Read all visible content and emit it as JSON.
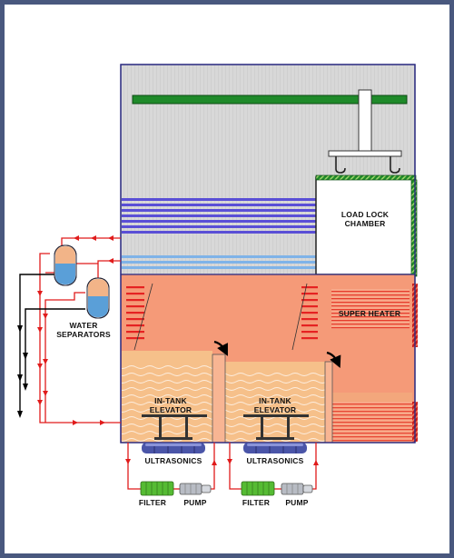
{
  "labels": {
    "load_lock_chamber": "LOAD LOCK\nCHAMBER",
    "super_heater": "SUPER HEATER",
    "water_separators": "WATER\nSEPARATORS",
    "in_tank_elevator_1": "IN-TANK\nELEVATOR",
    "in_tank_elevator_2": "IN-TANK\nELEVATOR",
    "ultrasonics_1": "ULTRASONICS",
    "ultrasonics_2": "ULTRASONICS",
    "filter_1": "FILTER",
    "pump_1": "PUMP",
    "filter_2": "FILTER",
    "pump_2": "PUMP"
  },
  "colors": {
    "background_frame": "#49587e",
    "vapor_zone": "#d9d9d9",
    "solvent_zone": "#f59a78",
    "tank_liquid": "#f6c08a",
    "load_lock": "#ffffff",
    "green_bar": "#1f8a2a",
    "cooling_coil_blue": "#5a4fd6",
    "cooling_coil_light": "#7fb3e8",
    "heater_coil_red": "#e52222",
    "ultrasonic_transducer": "#4a55a8",
    "filter_green": "#55bb33",
    "pump_gray": "#b8bcc4",
    "flow_line_red": "#e01b1b",
    "separator_body": "#f4f4f4",
    "separator_water": "#5a9fd8",
    "separator_solvent": "#f2b488"
  }
}
